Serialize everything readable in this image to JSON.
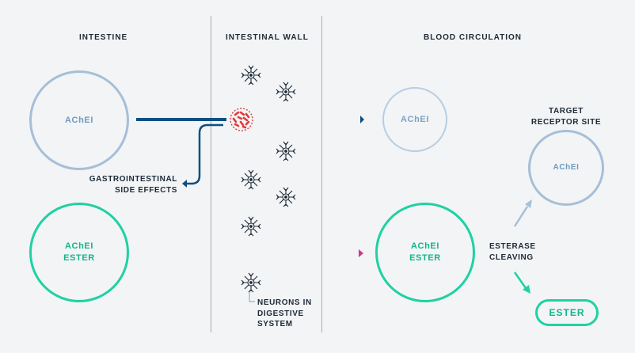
{
  "headers": {
    "intestine": "INTESTINE",
    "intestinal_wall": "INTESTINAL WALL",
    "blood_circulation": "BLOOD CIRCULATION"
  },
  "nodes": {
    "ache_intestine": "AChEI",
    "ache_ester_intestine": "AChEI\nESTER",
    "ache_blood": "AChEI",
    "ache_ester_blood": "AChEI\nESTER",
    "ache_target": "AChEI",
    "ester": "ESTER"
  },
  "labels": {
    "gi_side_effects": "GASTROINTESTINAL\nSIDE EFFECTS",
    "target_receptor_site": "TARGET\nRECEPTOR SITE",
    "esterase_cleaving": "ESTERASE\nCLEAVING",
    "neurons": "NEURONS IN\nDIGESTIVE\nSYSTEM"
  },
  "colors": {
    "background": "#f2f4f6",
    "text_dark": "#1f2a36",
    "ache_blue": "#a6bfd8",
    "ache_text_blue": "#6f9ac2",
    "path_blue": "#0d4f80",
    "ester_green": "#1fd1a3",
    "ester_text_green": "#12b58a",
    "binding_red": "#e23a3a",
    "divider": "#a8adb3",
    "spectrum": [
      "#e8335b",
      "#f29a2e",
      "#f6e43b",
      "#4fcf4f",
      "#2fc0e0",
      "#3a57d8",
      "#8a3bd6",
      "#d6338f"
    ]
  },
  "icons": {
    "neuron": "neuron-icon",
    "receptor": "receptor-cluster-icon",
    "arrowhead": "triangle-arrow-icon"
  }
}
